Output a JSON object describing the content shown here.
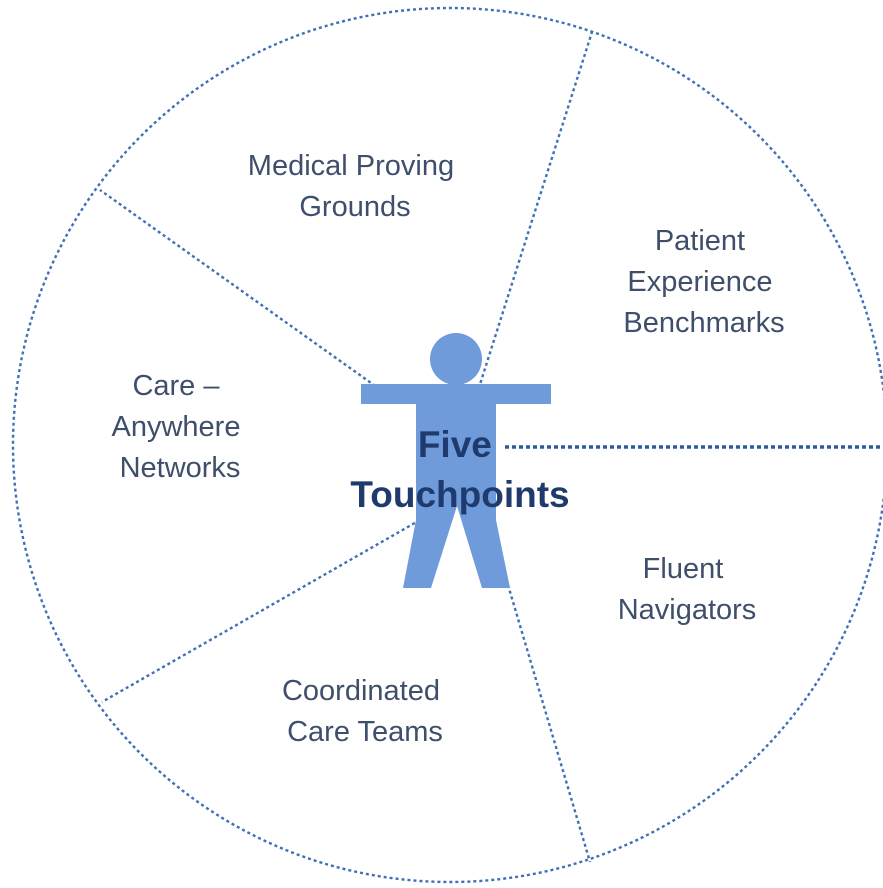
{
  "diagram": {
    "center_label": {
      "line1": "Five",
      "line2": "Touchpoints"
    },
    "segments": [
      {
        "id": "medical-proving-grounds",
        "lines": [
          "Medical Proving",
          "Grounds"
        ]
      },
      {
        "id": "patient-experience-benchmarks",
        "lines": [
          "Patient",
          "Experience",
          "Benchmarks"
        ]
      },
      {
        "id": "fluent-navigators",
        "lines": [
          "Fluent",
          "Navigators"
        ]
      },
      {
        "id": "coordinated-care-teams",
        "lines": [
          "Coordinated",
          "Care Teams"
        ]
      },
      {
        "id": "care-anywhere-networks",
        "lines": [
          "Care –",
          "Anywhere",
          "Networks"
        ]
      }
    ],
    "colors": {
      "line": "#3f6fb6",
      "figure": "#6f9bdb",
      "label_text": "#3f4f6b",
      "center_text": "#1f3b6e"
    },
    "icons": [
      "person-figure-icon"
    ]
  }
}
